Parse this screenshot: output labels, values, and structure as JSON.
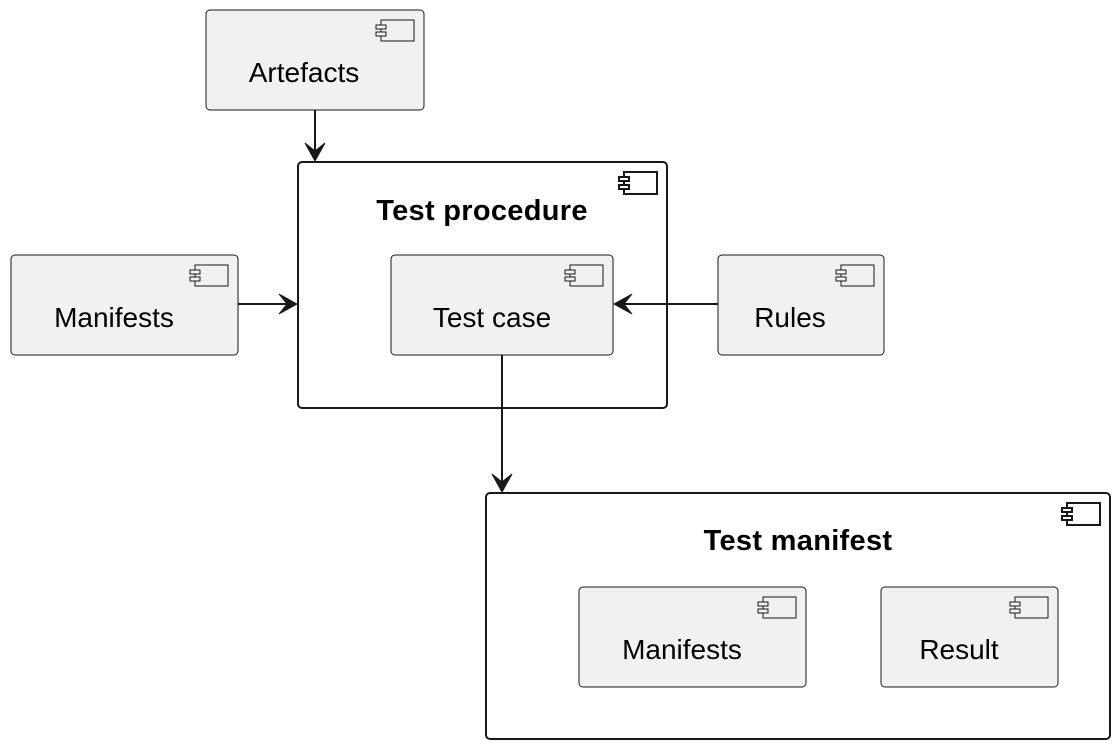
{
  "nodes": {
    "artefacts": {
      "label": "Artefacts",
      "icon": "component-icon"
    },
    "test_procedure": {
      "label": "Test procedure",
      "icon": "component-icon",
      "children": {
        "test_case": {
          "label": "Test case",
          "icon": "component-icon"
        }
      }
    },
    "manifests_left": {
      "label": "Manifests",
      "icon": "component-icon"
    },
    "rules": {
      "label": "Rules",
      "icon": "component-icon"
    },
    "test_manifest": {
      "label": "Test manifest",
      "icon": "component-icon",
      "children": {
        "manifests": {
          "label": "Manifests",
          "icon": "component-icon"
        },
        "result": {
          "label": "Result",
          "icon": "component-icon"
        }
      }
    }
  },
  "edges": [
    {
      "from": "Artefacts",
      "to": "Test procedure"
    },
    {
      "from": "Manifests",
      "to": "Test procedure"
    },
    {
      "from": "Rules",
      "to": "Test case"
    },
    {
      "from": "Test case",
      "to": "Test manifest"
    }
  ],
  "colors": {
    "component_fill": "#f1f1f1",
    "container_fill": "#ffffff",
    "stroke": "#181818",
    "text": "#000000"
  }
}
